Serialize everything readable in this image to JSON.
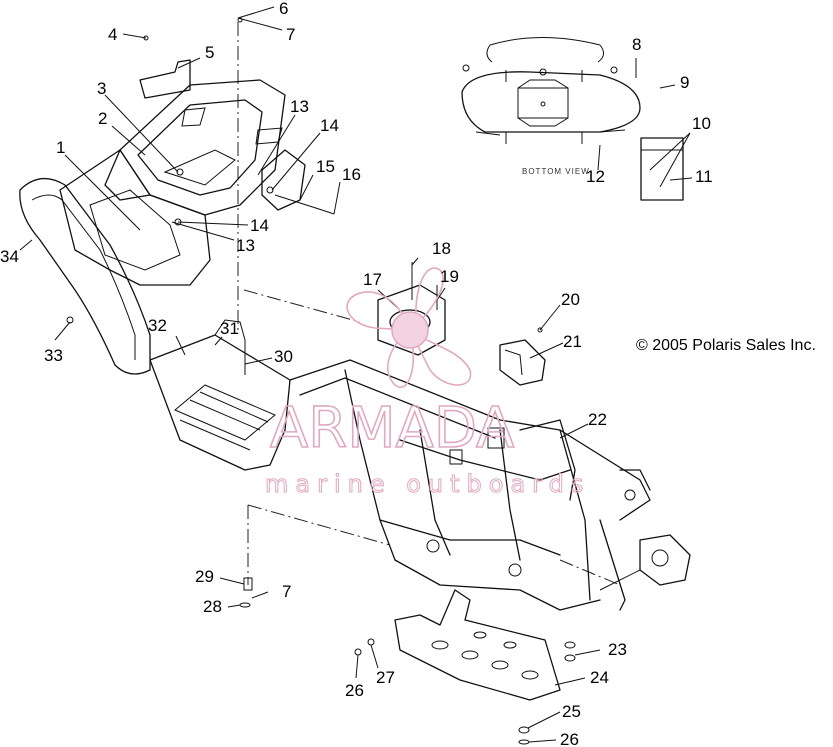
{
  "callouts": [
    {
      "id": "c1",
      "text": "1"
    },
    {
      "id": "c2",
      "text": "2"
    },
    {
      "id": "c3",
      "text": "3"
    },
    {
      "id": "c4",
      "text": "4"
    },
    {
      "id": "c5",
      "text": "5"
    },
    {
      "id": "c6",
      "text": "6"
    },
    {
      "id": "c7a",
      "text": "7"
    },
    {
      "id": "c8",
      "text": "8"
    },
    {
      "id": "c9",
      "text": "9"
    },
    {
      "id": "c10",
      "text": "10"
    },
    {
      "id": "c11",
      "text": "11"
    },
    {
      "id": "c12",
      "text": "12"
    },
    {
      "id": "c13a",
      "text": "13"
    },
    {
      "id": "c14a",
      "text": "14"
    },
    {
      "id": "c15",
      "text": "15"
    },
    {
      "id": "c16",
      "text": "16"
    },
    {
      "id": "c14b",
      "text": "14"
    },
    {
      "id": "c13b",
      "text": "13"
    },
    {
      "id": "c34",
      "text": "34"
    },
    {
      "id": "c17",
      "text": "17"
    },
    {
      "id": "c18",
      "text": "18"
    },
    {
      "id": "c19",
      "text": "19"
    },
    {
      "id": "c20",
      "text": "20"
    },
    {
      "id": "c21",
      "text": "21"
    },
    {
      "id": "c22",
      "text": "22"
    },
    {
      "id": "c32",
      "text": "32"
    },
    {
      "id": "c31",
      "text": "31"
    },
    {
      "id": "c30",
      "text": "30"
    },
    {
      "id": "c33",
      "text": "33"
    },
    {
      "id": "c29",
      "text": "29"
    },
    {
      "id": "c7b",
      "text": "7"
    },
    {
      "id": "c28",
      "text": "28"
    },
    {
      "id": "c23",
      "text": "23"
    },
    {
      "id": "c24",
      "text": "24"
    },
    {
      "id": "c27",
      "text": "27"
    },
    {
      "id": "c26a",
      "text": "26"
    },
    {
      "id": "c25",
      "text": "25"
    },
    {
      "id": "c26b",
      "text": "26"
    }
  ],
  "decal_note": "BOTTOM VIEW",
  "copyright": "© 2005 Polaris Sales Inc.",
  "watermark": {
    "brand": "ARMADA",
    "tagline": "marine outboards",
    "color": "#e0a9c2"
  }
}
